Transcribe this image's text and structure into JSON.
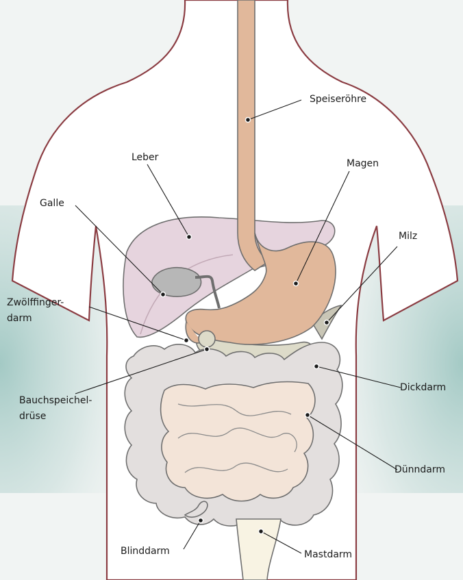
{
  "labels": {
    "speiseroehre": "Speiseröhre",
    "leber": "Leber",
    "magen": "Magen",
    "galle": "Galle",
    "milz": "Milz",
    "zwoelffinger_1": "Zwölffinger-",
    "zwoelffinger_2": "darm",
    "dickdarm": "Dickdarm",
    "bauchspeichel_1": "Bauchspeichel-",
    "bauchspeichel_2": "drüse",
    "duenndarm": "Dünndarm",
    "blinddarm": "Blinddarm",
    "mastdarm": "Mastdarm"
  },
  "colors": {
    "body_outline": "#8b3c42",
    "background": "#f1f4f3",
    "shadow": "#9fc7c2",
    "liver": "#e6d4de",
    "stomach": "#e1b89b",
    "gallbladder": "#b7b7b7",
    "spleen": "#c9c6b6",
    "pancreas": "#dddbc9",
    "large_intestine": "#e3dfde",
    "small_intestine": "#f3e4d8",
    "rectum": "#f8f3e3",
    "outline": "#6e6e6e"
  }
}
